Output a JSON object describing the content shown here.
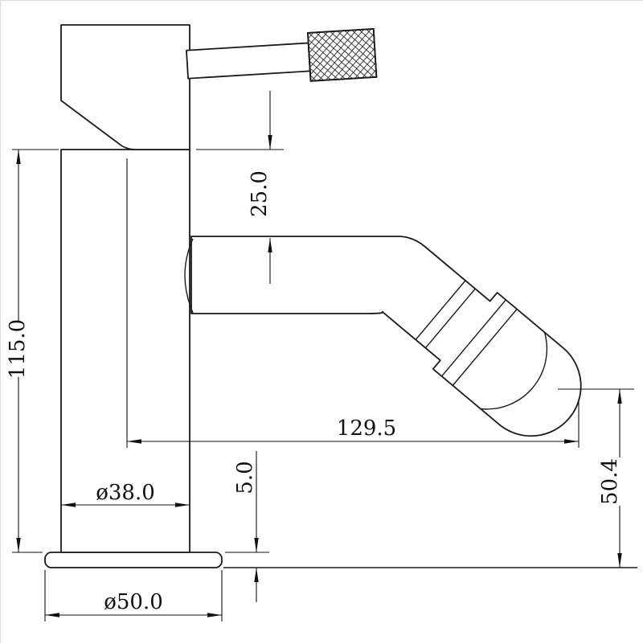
{
  "drawing": {
    "subject": "faucet-technical-drawing",
    "line_color": "#1a1a1a",
    "background": "#ffffff",
    "labels": {
      "overall_height": "115.0",
      "spout_top_offset": "25.0",
      "spout_reach": "129.5",
      "base_plate_height": "5.0",
      "outlet_height": "50.4",
      "body_diameter": "ø38.0",
      "base_diameter": "ø50.0"
    }
  }
}
